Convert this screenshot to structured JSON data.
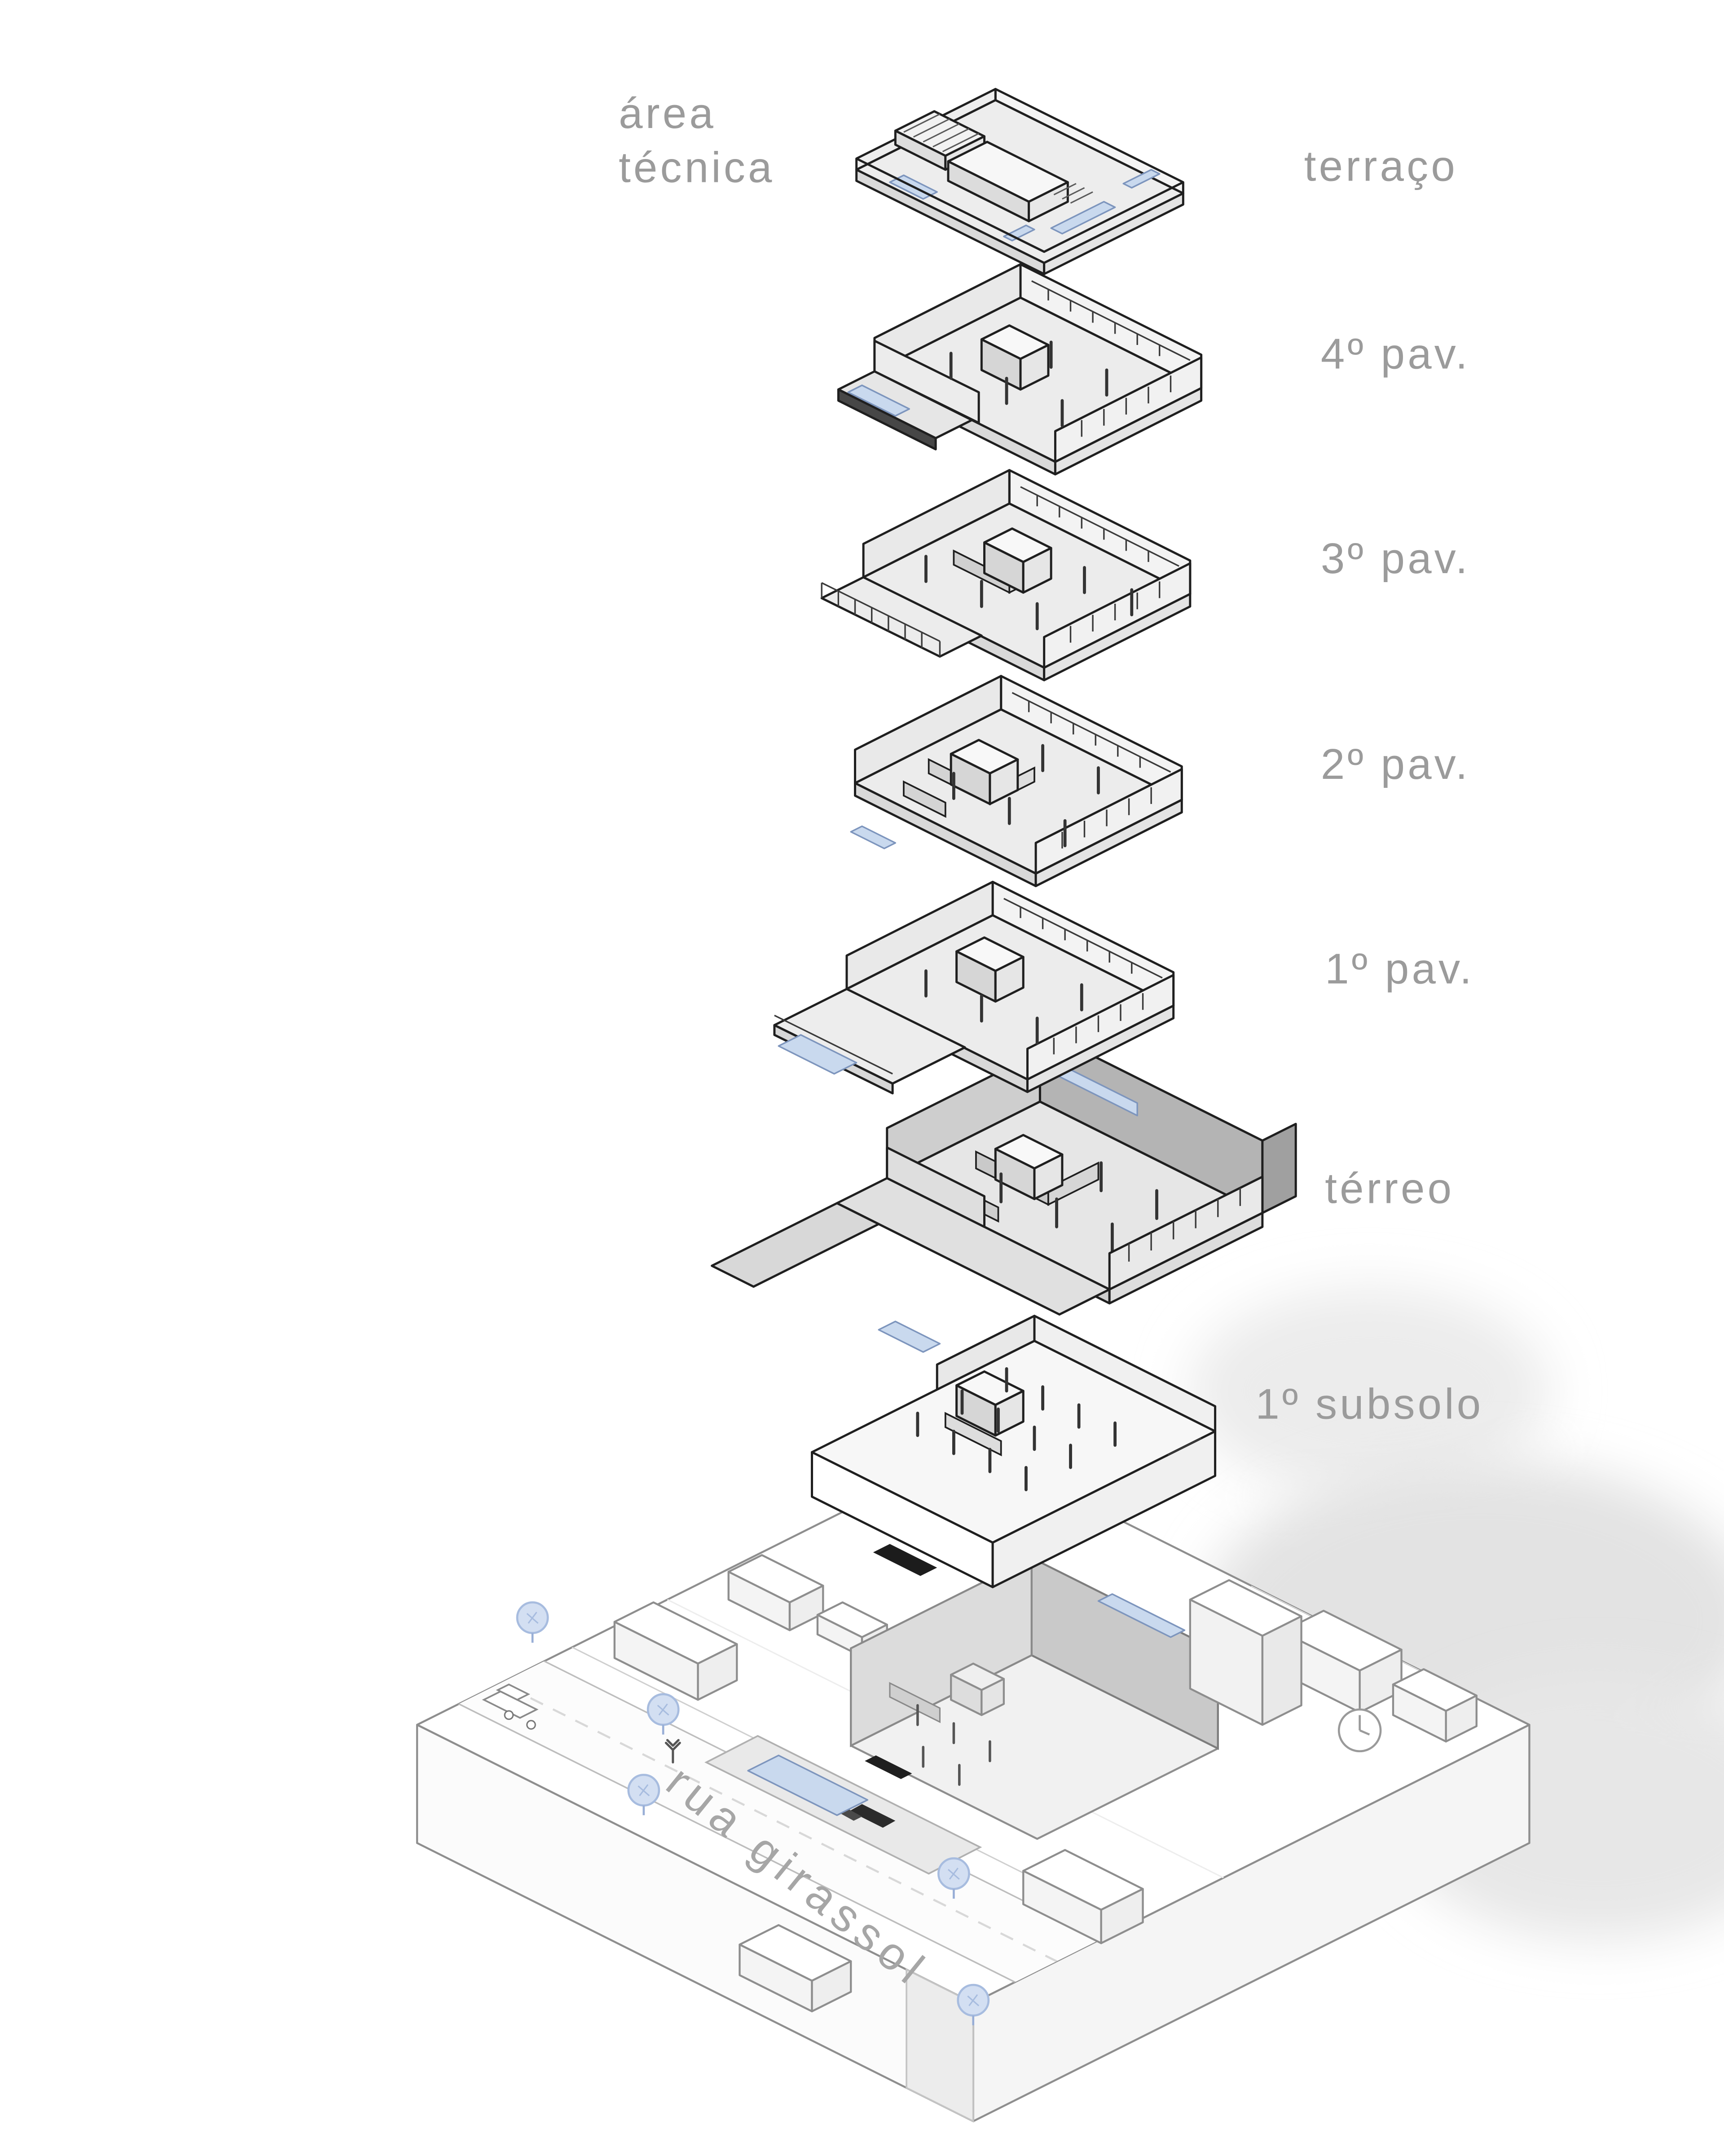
{
  "diagram": {
    "type": "exploded-axonometric-building-diagram",
    "area_label": {
      "line1": "área",
      "line2": "técnica"
    },
    "floor_labels": {
      "terraco": "terraço",
      "pav4": "4º pav.",
      "pav3": "3º pav.",
      "pav2": "2º pav.",
      "pav1": "1º pav.",
      "terreo": "térreo",
      "subsolo": "1º subsolo"
    },
    "street_label": "rua girassol",
    "colors": {
      "accent_blue": "#c9d9ee",
      "floor_outline": "#1f1f1f",
      "site_outline": "#8e8e8e",
      "label_gray": "#9b9b9b"
    }
  }
}
